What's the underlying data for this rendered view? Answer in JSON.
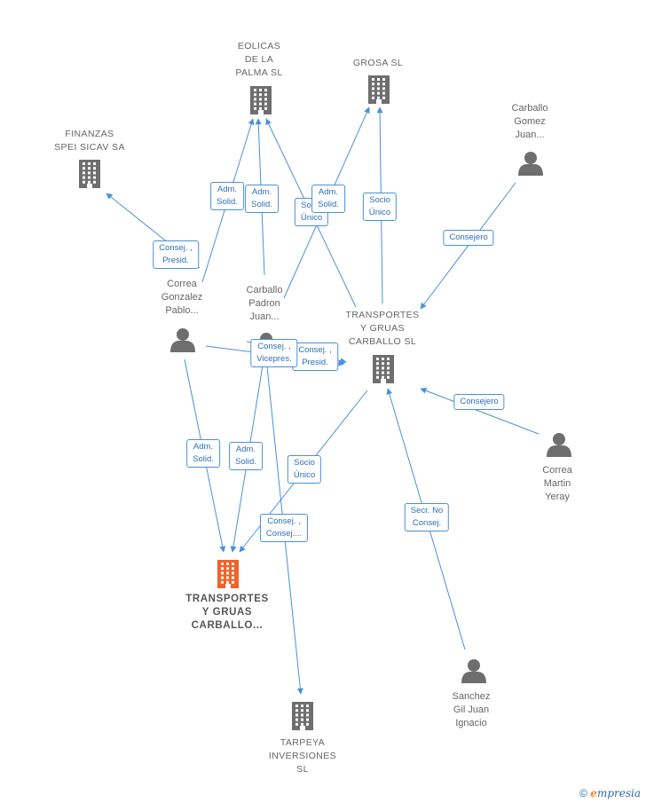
{
  "colors": {
    "edge": "#4a90d9",
    "node_icon": "#6e6e6e",
    "focus_icon": "#f2622a",
    "label_text": "#666666"
  },
  "nodes": [
    {
      "id": "eolicas",
      "kind": "company",
      "label": "EOLICAS\nDE LA\nPALMA  SL"
    },
    {
      "id": "grosa",
      "kind": "company",
      "label": "GROSA SL"
    },
    {
      "id": "finanzas",
      "kind": "company",
      "label": "FINANZAS\nSPEI SICAV SA"
    },
    {
      "id": "carballo_gomez",
      "kind": "person",
      "label": "Carballo\nGomez\nJuan..."
    },
    {
      "id": "correa_gonzalez",
      "kind": "person",
      "label": "Correa\nGonzalez\nPablo..."
    },
    {
      "id": "carballo_padron",
      "kind": "person",
      "label": "Carballo\nPadron\nJuan..."
    },
    {
      "id": "transportes_sl",
      "kind": "company",
      "label": "TRANSPORTES\nY GRUAS\nCARBALLO  SL"
    },
    {
      "id": "correa_martin",
      "kind": "person",
      "label": "Correa\nMartin\nYeray"
    },
    {
      "id": "focus",
      "kind": "focus",
      "label": "TRANSPORTES\nY GRUAS\nCARBALLO..."
    },
    {
      "id": "tarpeya",
      "kind": "company",
      "label": "TARPEYA\nINVERSIONES\nSL"
    },
    {
      "id": "sanchez",
      "kind": "person",
      "label": "Sanchez\nGil Juan\nIgnacio"
    }
  ],
  "edges": [
    {
      "id": "e1",
      "from": "correa_gonzalez",
      "to": "finanzas",
      "label": "Consej. ,\nPresid."
    },
    {
      "id": "e2",
      "from": "correa_gonzalez",
      "to": "eolicas",
      "label": "Adm.\nSolid."
    },
    {
      "id": "e3",
      "from": "carballo_padron",
      "to": "eolicas",
      "label": "Adm.\nSolid."
    },
    {
      "id": "e4",
      "from": "transportes_sl",
      "to": "eolicas",
      "label": "Socio\nÚnico"
    },
    {
      "id": "e5",
      "from": "carballo_padron",
      "to": "grosa",
      "label": "Adm.\nSolid."
    },
    {
      "id": "e6",
      "from": "transportes_sl",
      "to": "grosa",
      "label": "Socio\nÚnico"
    },
    {
      "id": "e7",
      "from": "carballo_gomez",
      "to": "transportes_sl",
      "label": "Consejero"
    },
    {
      "id": "e8",
      "from": "correa_gonzalez",
      "to": "transportes_sl",
      "label": "Consej. ,\nPresid."
    },
    {
      "id": "e9",
      "from": "carballo_padron",
      "to": "transportes_sl",
      "label": "Consej. ,\nVicepres."
    },
    {
      "id": "e10",
      "from": "correa_martin",
      "to": "transportes_sl",
      "label": "Consejero"
    },
    {
      "id": "e11",
      "from": "correa_gonzalez",
      "to": "focus",
      "label": "Adm.\nSolid."
    },
    {
      "id": "e12",
      "from": "carballo_padron",
      "to": "focus",
      "label": "Adm.\nSolid."
    },
    {
      "id": "e13",
      "from": "transportes_sl",
      "to": "focus",
      "label": "Socio\nÚnico"
    },
    {
      "id": "e14",
      "from": "carballo_padron",
      "to": "tarpeya",
      "label": "Consej. ,\nConsej...."
    },
    {
      "id": "e15",
      "from": "sanchez",
      "to": "transportes_sl",
      "label": "Secr.  No\nConsej."
    }
  ],
  "footer": {
    "copyright": "©",
    "brand_initial": "e",
    "brand_rest": "mpresia"
  }
}
